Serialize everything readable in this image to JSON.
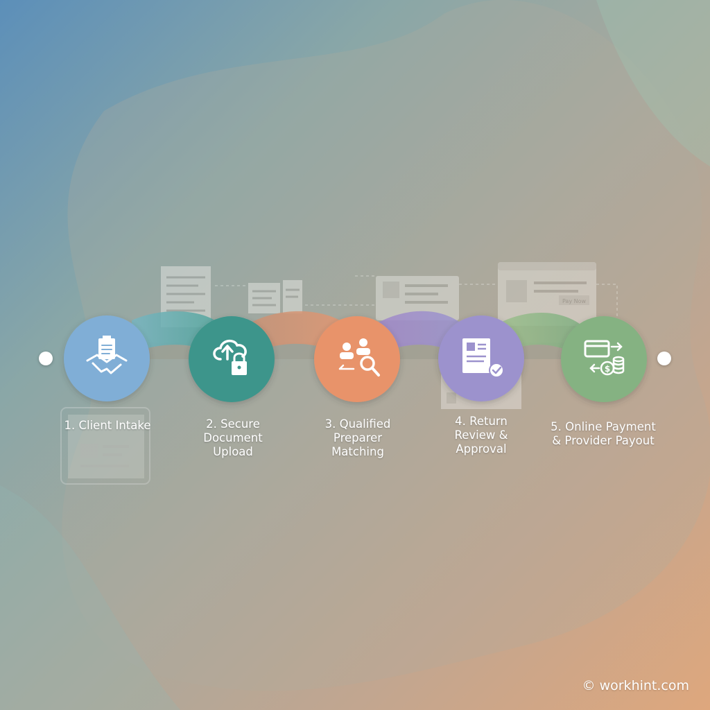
{
  "steps": [
    {
      "label": "1. Client Intake",
      "color": "#7eaed6",
      "icon": "handshake-clipboard-icon"
    },
    {
      "label": "2. Secure\nDocument\nUpload",
      "color": "#3f958c",
      "icon": "cloud-lock-icon"
    },
    {
      "label": "3. Qualified\nPreparer\nMatching",
      "color": "#e7936c",
      "icon": "people-search-icon"
    },
    {
      "label": "4. Return\nReview &\nApproval",
      "color": "#9d92cd",
      "icon": "document-check-icon"
    },
    {
      "label": "5. Online Payment\n& Provider Payout",
      "color": "#86b283",
      "icon": "card-coins-icon"
    }
  ],
  "background_doc_button": "Pay Now",
  "copyright": "© workhint.com",
  "colors": {
    "ribbon_blue": "#76b3b6",
    "ribbon_orange": "#d99372",
    "ribbon_purple": "#9d90c9",
    "ribbon_green": "#8bb48a"
  }
}
